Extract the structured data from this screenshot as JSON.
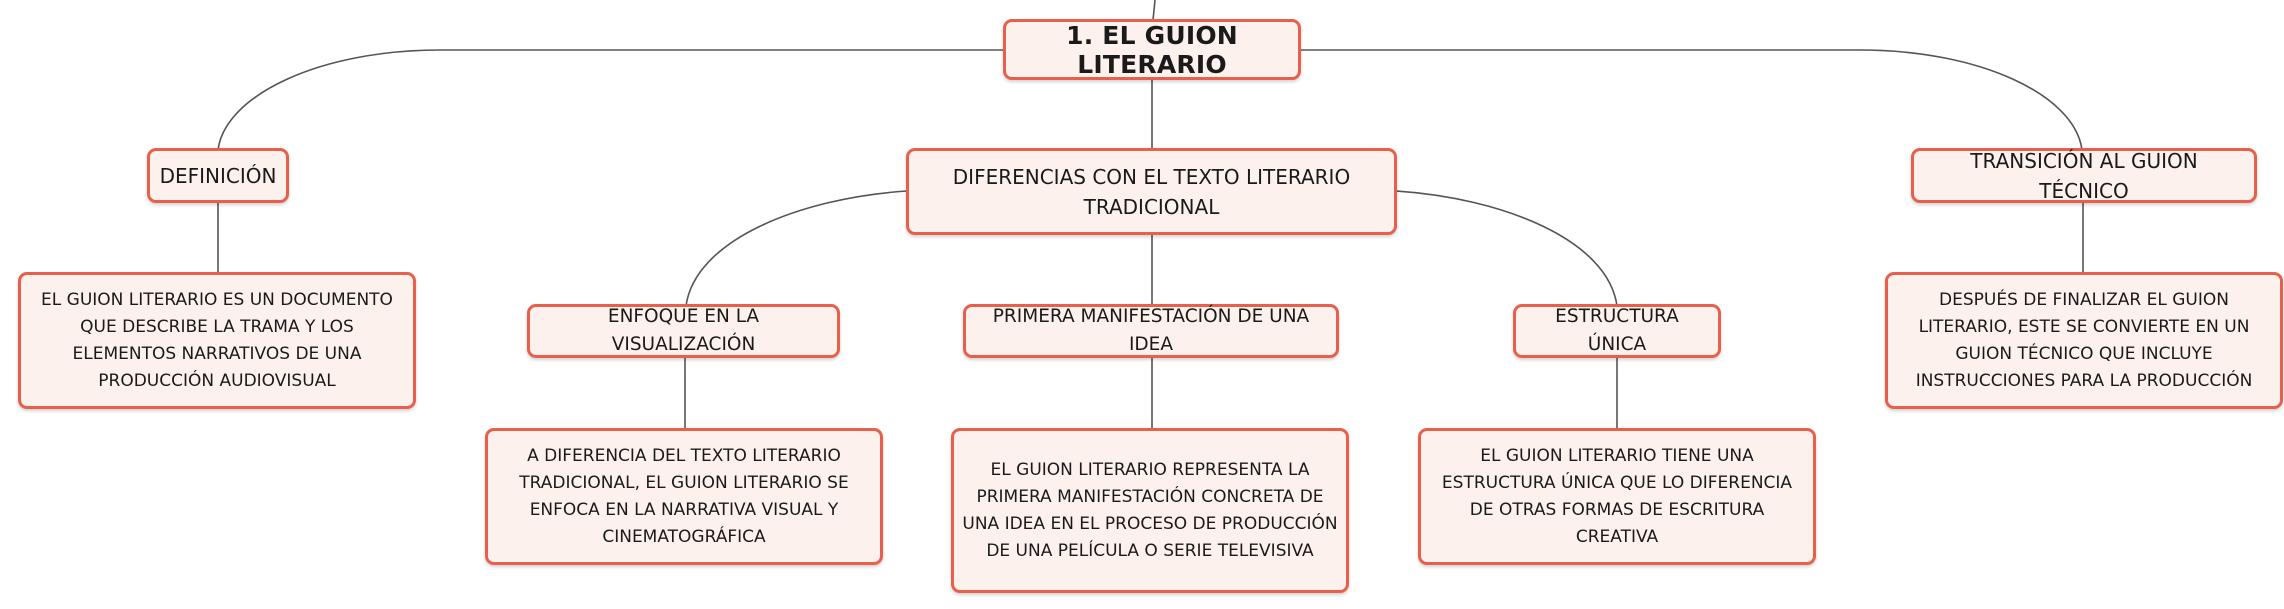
{
  "diagram": {
    "root": {
      "label": "1. EL GUION LITERARIO"
    },
    "branches": [
      {
        "id": "definicion",
        "label": "DEFINICIÓN",
        "detail": "EL GUION LITERARIO ES UN DOCUMENTO QUE DESCRIBE LA TRAMA Y LOS ELEMENTOS NARRATIVOS DE UNA PRODUCCIÓN AUDIOVISUAL"
      },
      {
        "id": "diferencias",
        "label": "DIFERENCIAS CON EL TEXTO LITERARIO TRADICIONAL",
        "children": [
          {
            "id": "enfoque",
            "label": "ENFOQUE EN LA VISUALIZACIÓN",
            "detail": "A DIFERENCIA DEL TEXTO LITERARIO TRADICIONAL, EL GUION LITERARIO SE ENFOCA EN LA NARRATIVA VISUAL Y CINEMATOGRÁFICA"
          },
          {
            "id": "primera",
            "label": "PRIMERA MANIFESTACIÓN DE UNA IDEA",
            "detail": "EL GUION LITERARIO REPRESENTA LA PRIMERA MANIFESTACIÓN CONCRETA DE UNA IDEA EN EL PROCESO DE PRODUCCIÓN DE UNA PELÍCULA O SERIE TELEVISIVA"
          },
          {
            "id": "estructura",
            "label": "ESTRUCTURA ÚNICA",
            "detail": "EL GUION LITERARIO TIENE UNA ESTRUCTURA ÚNICA QUE LO DIFERENCIA DE OTRAS FORMAS DE ESCRITURA CREATIVA"
          }
        ]
      },
      {
        "id": "transicion",
        "label": "TRANSICIÓN AL GUION TÉCNICO",
        "detail": "DESPUÉS DE FINALIZAR EL GUION LITERARIO, ESTE SE CONVIERTE EN UN GUION TÉCNICO QUE INCLUYE INSTRUCCIONES PARA LA PRODUCCIÓN"
      }
    ],
    "colors": {
      "node_border": "#e8604c",
      "node_fill": "#fdf1ee",
      "connector": "#555555",
      "text": "#1a1a1a"
    }
  }
}
